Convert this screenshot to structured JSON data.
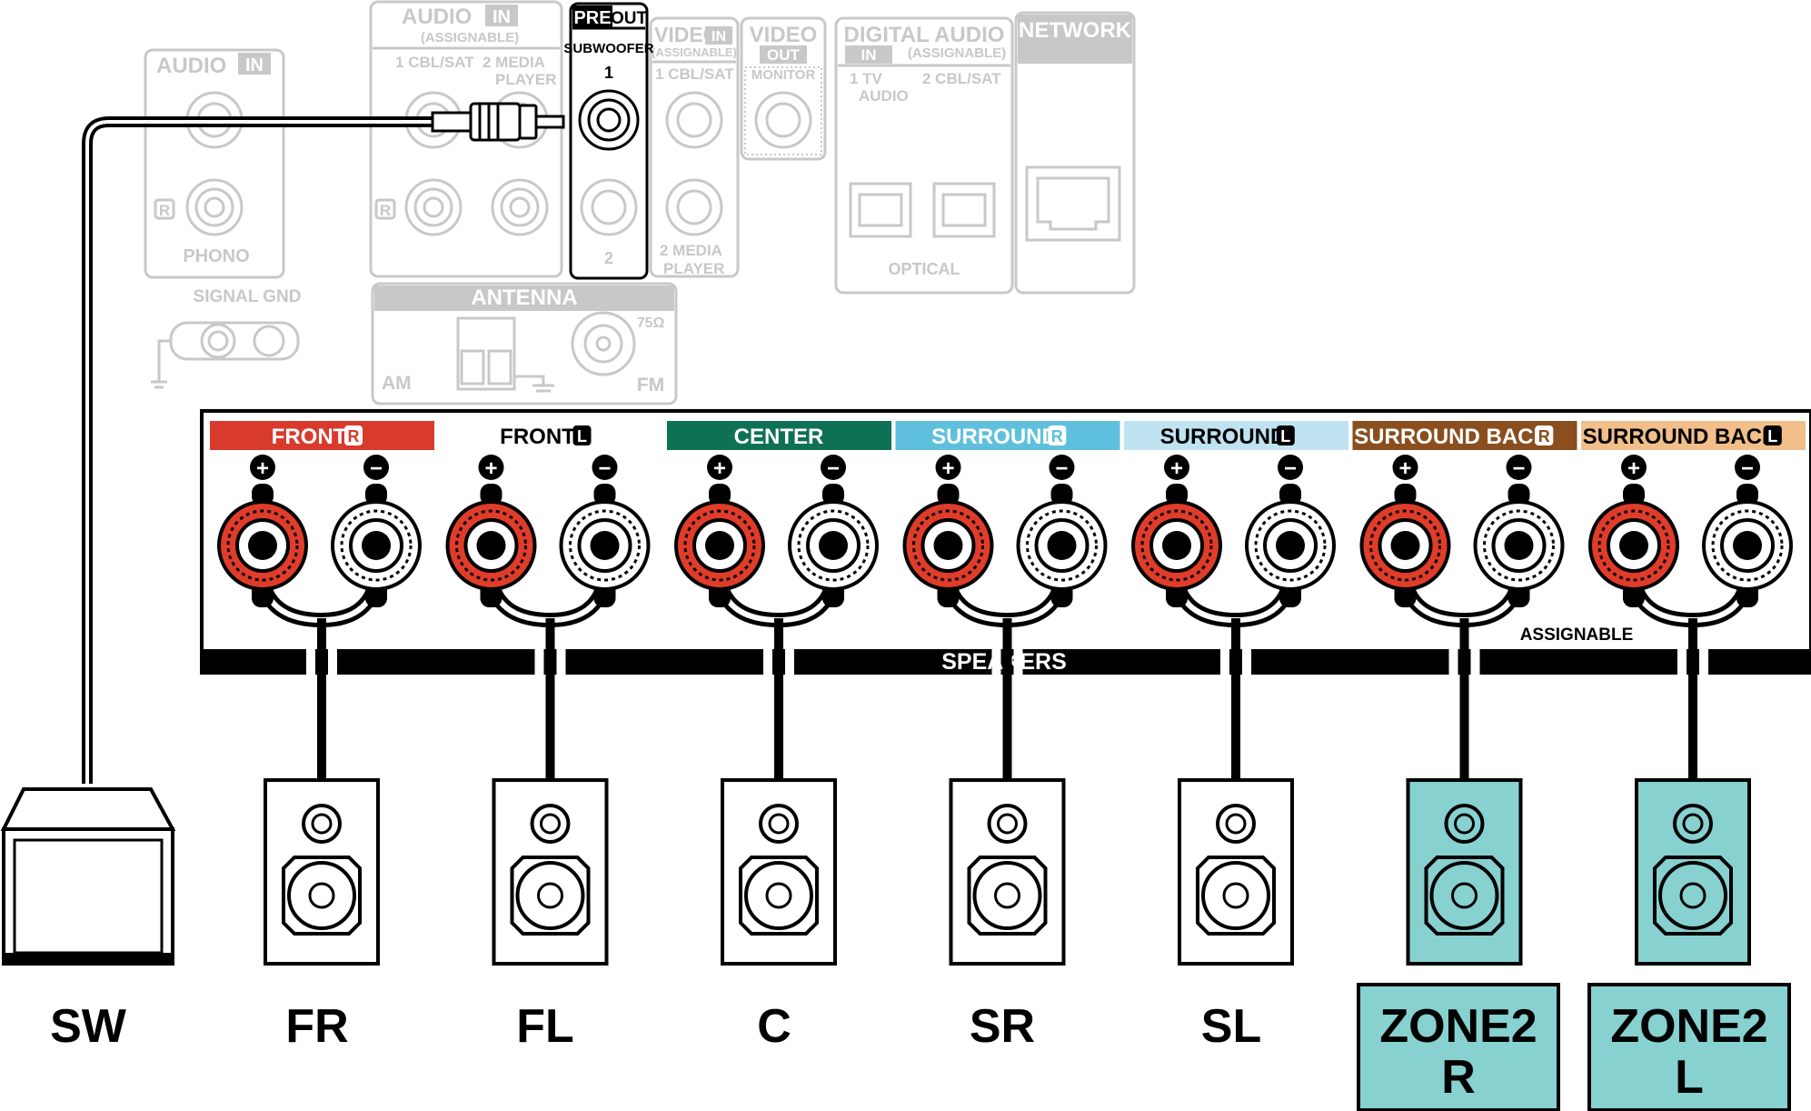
{
  "colors": {
    "faded": "#c8c8c8",
    "black": "#000000",
    "red": "#e03c2a",
    "zone2_fill": "#87d1d0",
    "front_r": "#d83b2d",
    "center": "#0e7155",
    "surround_r": "#5fc0dd",
    "surround_l": "#bfe3f0",
    "surround_back_r": "#8a4e1f",
    "surround_back_l": "#f2bf8a"
  },
  "rear_panel": {
    "audio_in_1": {
      "title": "AUDIO",
      "badge": "IN",
      "r_mark": "R",
      "phono": "PHONO",
      "signal_gnd": "SIGNAL GND"
    },
    "audio_in_2": {
      "title": "AUDIO",
      "badge": "IN",
      "assignable": "(ASSIGNABLE)",
      "input1": "1 CBL/SAT",
      "input2_line1": "2  MEDIA",
      "input2_line2": "PLAYER",
      "r_mark": "R"
    },
    "pre_out": {
      "pre": "PRE",
      "out": "OUT",
      "subwoofer": "SUBWOOFER",
      "jack1": "1",
      "jack2": "2"
    },
    "video_in": {
      "title": "VIDEO",
      "badge": "IN",
      "assignable": "(ASSIGNABLE)",
      "input1": "1 CBL/SAT",
      "input2_line1": "2 MEDIA",
      "input2_line2": "PLAYER"
    },
    "video_out": {
      "title": "VIDEO",
      "badge": "OUT",
      "monitor": "MONITOR"
    },
    "digital_audio": {
      "title": "DIGITAL AUDIO",
      "badge": "IN",
      "assignable": "(ASSIGNABLE)",
      "input1_line1": "1   TV",
      "input1_line2": "AUDIO",
      "input2": "2 CBL/SAT",
      "optical": "OPTICAL"
    },
    "network": {
      "title": "NETWORK"
    },
    "antenna": {
      "title": "ANTENNA",
      "am": "AM",
      "fm": "FM",
      "ohm": "75Ω"
    }
  },
  "speaker_terminals": {
    "label": "SPEAKERS",
    "assignable": "ASSIGNABLE",
    "plus_sign": "+",
    "minus_sign": "−",
    "channels": [
      {
        "name": "FRONT",
        "side": "R"
      },
      {
        "name": "FRONT",
        "side": "L"
      },
      {
        "name": "CENTER",
        "side": ""
      },
      {
        "name": "SURROUND",
        "side": "R"
      },
      {
        "name": "SURROUND",
        "side": "L"
      },
      {
        "name": "SURROUND BACK",
        "side": "R"
      },
      {
        "name": "SURROUND BACK",
        "side": "L"
      }
    ]
  },
  "speakers": [
    {
      "label": "SW",
      "zone2": false
    },
    {
      "label": "FR",
      "zone2": false
    },
    {
      "label": "FL",
      "zone2": false
    },
    {
      "label": "C",
      "zone2": false
    },
    {
      "label": "SR",
      "zone2": false
    },
    {
      "label": "SL",
      "zone2": false
    },
    {
      "label_line1": "ZONE2",
      "label_line2": "R",
      "zone2": true
    },
    {
      "label_line1": "ZONE2",
      "label_line2": "L",
      "zone2": true
    }
  ]
}
